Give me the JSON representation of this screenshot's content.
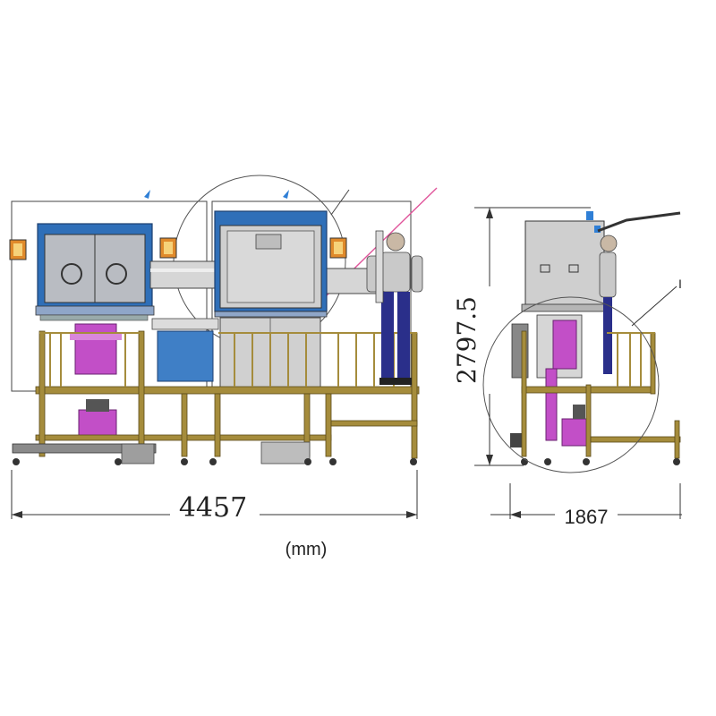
{
  "dimensions": {
    "length": "4457",
    "height": "2797.5",
    "depth": "1867"
  },
  "callout_label": "I",
  "unit_label": "(mm)",
  "colors": {
    "frame_gold": "#a58c3c",
    "chamber_blue": "#2f6fb8",
    "panel_blue": "#3f7fc6",
    "machine_pink": "#c24fc7",
    "steel_gray": "#c9c9c9",
    "laser_pink": "#e0559b",
    "lamp_orange": "#e08a2b",
    "worker_blue": "#2a2f8a"
  }
}
